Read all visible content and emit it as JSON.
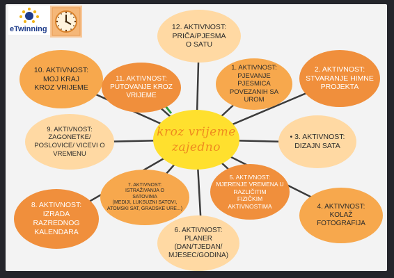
{
  "logo": {
    "text": "eTwinning",
    "icon": "etwinning-star-icon"
  },
  "clock_icon": "clock-icon",
  "center": {
    "line1": "kroz vrijeme",
    "line2": "zajedno"
  },
  "activities": [
    {
      "id": "a12",
      "lines": [
        "12. AKTIVNOST:",
        "PRIČA/PJESMA",
        "O SATU"
      ]
    },
    {
      "id": "a1",
      "lines": [
        "1. AKTIVNOST:",
        "PJEVANJE PJESMICA",
        "POVEZANIH SA UROM"
      ]
    },
    {
      "id": "a2",
      "lines": [
        "2. AKTIVNOST:",
        "STVARANJE HIMNE",
        "PROJEKTA"
      ]
    },
    {
      "id": "a3",
      "lines": [
        "• 3. AKTIVNOST:",
        "DIZAJN SATA"
      ]
    },
    {
      "id": "a4",
      "lines": [
        "4. AKTIVNOST:",
        "KOLAŽ FOTOGRAFIJA"
      ]
    },
    {
      "id": "a5",
      "lines": [
        "5. AKTIVNOST:",
        "MJERENJE VREMENA U",
        "RAZLIČITIM",
        "FIZIČKIM AKTIVNOSTIMA"
      ]
    },
    {
      "id": "a6",
      "lines": [
        "6. AKTIVNOST:",
        "PLANER",
        "(DAN/TJEDAN/",
        "MJESEC/GODINA)"
      ]
    },
    {
      "id": "a7",
      "lines": [
        "7. AKTIVNOST:",
        "ISTRAŽIVANJA O",
        "SATOVIMA",
        "(MEDIJI, LUKSUZNI SATOVI,",
        "ATOMSKI SAT, GRADSKE URE...)"
      ]
    },
    {
      "id": "a8",
      "lines": [
        "8. AKTIVNOST:",
        "IZRADA RAZREDNOG",
        "KALENDARA"
      ]
    },
    {
      "id": "a9",
      "lines": [
        "9. AKTIVNOST:",
        "ZAGONETKE/",
        "POSLOVICE/ VICEVI O",
        "VREMENU"
      ]
    },
    {
      "id": "a10",
      "lines": [
        "10. AKTIVNOST:",
        "MOJ KRAJ",
        "KROZ VRIJEME"
      ]
    },
    {
      "id": "a11",
      "lines": [
        "11. AKTIVNOST:",
        "PUTOVANJE KROZ",
        "VRIJEME"
      ]
    }
  ],
  "colors": {
    "background": "#24252b",
    "canvas": "#f3f3f3",
    "center_fill": "#ffe02e",
    "center_text": "#ef8a1f",
    "orange_dark": "#f08f3c",
    "orange_mid": "#f7a84d",
    "peach": "#ffd9a3",
    "line": "#3b3b3b"
  }
}
